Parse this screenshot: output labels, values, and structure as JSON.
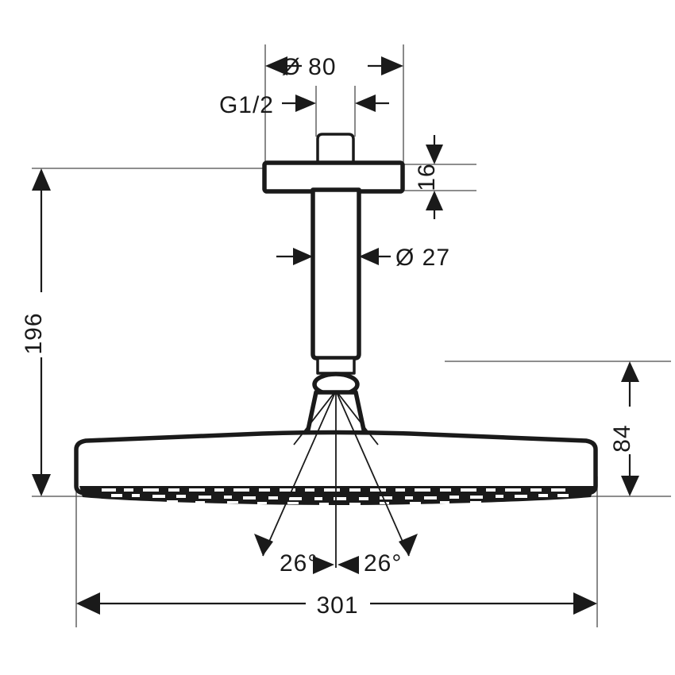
{
  "drawing": {
    "title": "Overhead shower technical dimension drawing",
    "product": "ceiling-mounted overhead shower",
    "units": "mm",
    "background_color": "#ffffff",
    "line_color": "#1a1a1a",
    "thin_line_color": "#4a4a4a"
  },
  "dimensions": {
    "plate_diameter": {
      "label": "Ø 80",
      "value": 80,
      "symbol": "Ø",
      "orientation": "horizontal",
      "position": "top"
    },
    "thread": {
      "label": "G1/2",
      "value": "G1/2",
      "orientation": "horizontal",
      "position": "top-left"
    },
    "plate_height": {
      "label": "16",
      "value": 16,
      "orientation": "vertical-rotated",
      "position": "top-right"
    },
    "arm_diameter": {
      "label": "Ø 27",
      "value": 27,
      "symbol": "Ø",
      "orientation": "horizontal",
      "position": "middle-right"
    },
    "total_height": {
      "label": "196",
      "value": 196,
      "orientation": "vertical-rotated",
      "position": "left"
    },
    "head_drop": {
      "label": "84",
      "value": 84,
      "orientation": "vertical-rotated",
      "position": "right"
    },
    "head_width": {
      "label": "301",
      "value": 301,
      "orientation": "horizontal",
      "position": "bottom"
    },
    "spray_angle_left": {
      "label": "26°",
      "value": 26,
      "symbol": "°",
      "orientation": "horizontal",
      "position": "bottom-center-left"
    },
    "spray_angle_right": {
      "label": "26°",
      "value": 26,
      "symbol": "°",
      "orientation": "horizontal",
      "position": "bottom-center-right"
    }
  }
}
